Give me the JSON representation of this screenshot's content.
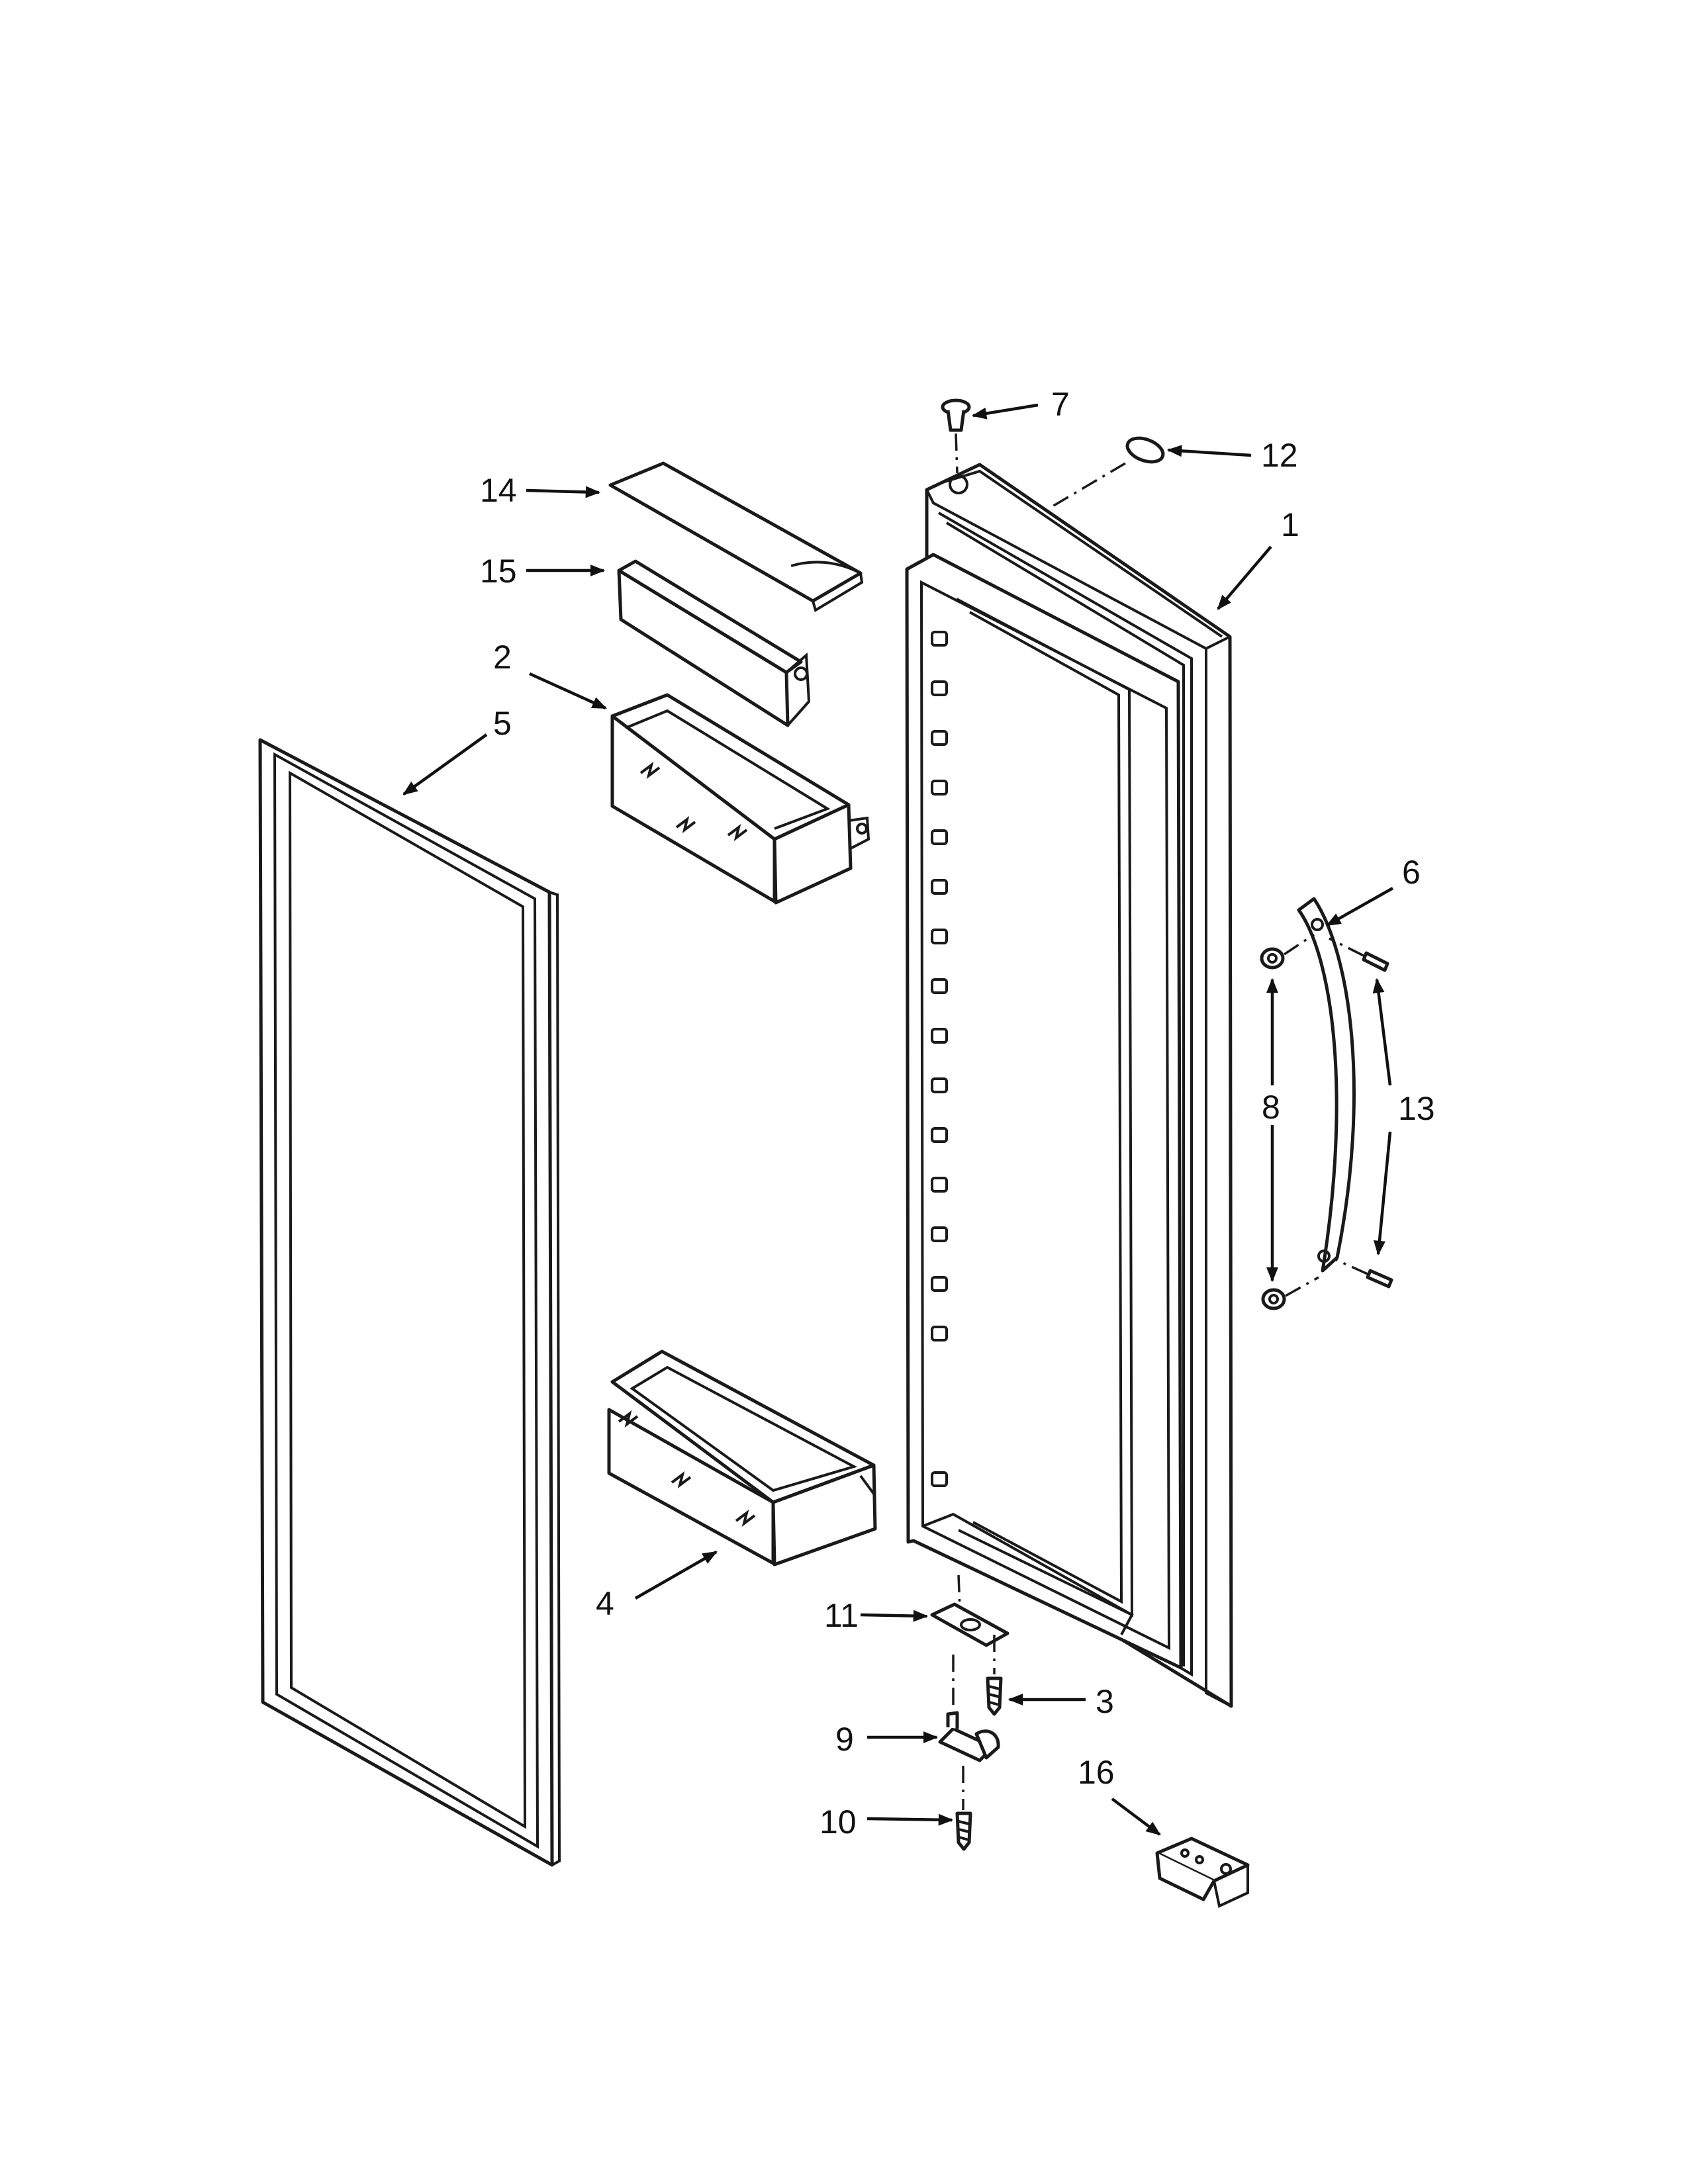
{
  "callouts": {
    "c1": "1",
    "c2": "2",
    "c3": "3",
    "c4": "4",
    "c5": "5",
    "c6": "6",
    "c7": "7",
    "c8": "8",
    "c9": "9",
    "c10": "10",
    "c11": "11",
    "c12": "12",
    "c13": "13",
    "c14": "14",
    "c15": "15",
    "c16": "16"
  },
  "colors": {
    "ink": "#1a1a1a",
    "paper": "#ffffff"
  }
}
